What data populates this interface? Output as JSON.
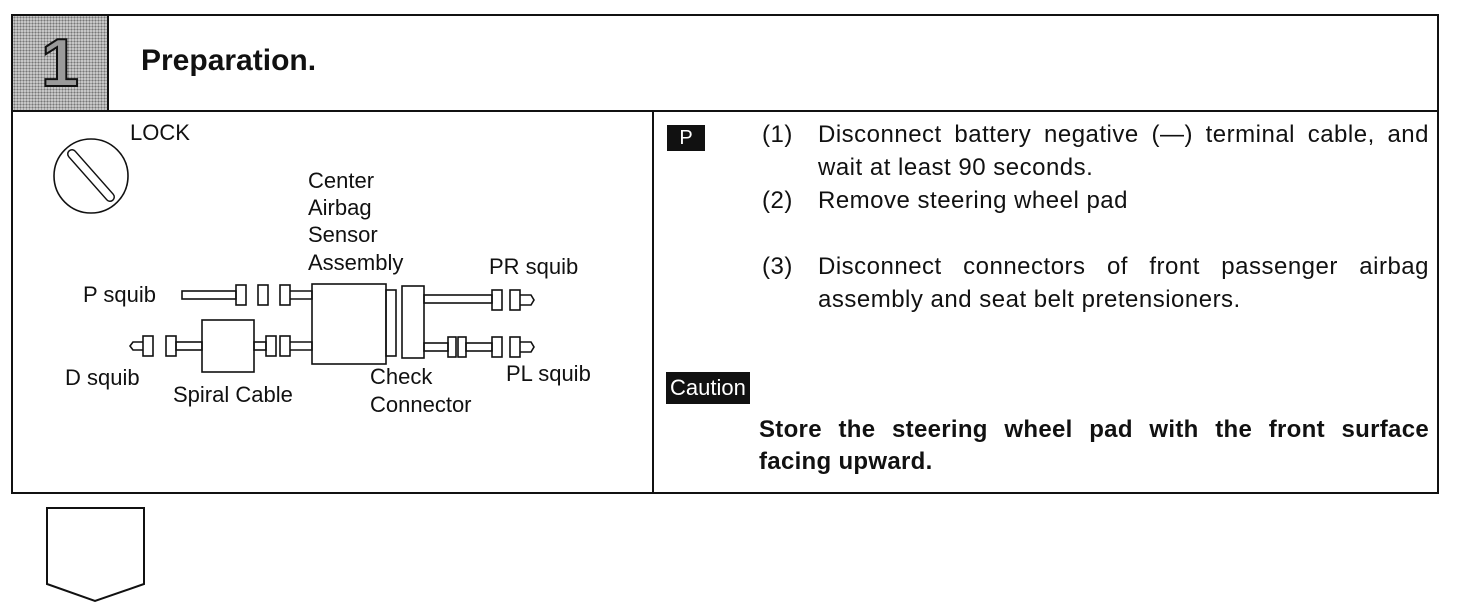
{
  "step": {
    "number": "1",
    "title": "Preparation."
  },
  "diagram": {
    "labels": {
      "lock": "LOCK",
      "center_airbag_sensor": [
        "Center",
        "Airbag",
        "Sensor",
        "Assembly"
      ],
      "pr_squib": "PR squib",
      "p_squib": "P squib",
      "d_squib": "D squib",
      "spiral_cable": "Spiral Cable",
      "check_connector": [
        "Check",
        "Connector"
      ],
      "pl_squib": "PL squib"
    }
  },
  "instructions": {
    "badge": "P",
    "steps": [
      {
        "num": "(1)",
        "text": "Disconnect battery negative (—) terminal cable, and wait at least 90 seconds."
      },
      {
        "num": "(2)",
        "text": "Remove steering wheel pad"
      },
      {
        "num": "(3)",
        "text": "Disconnect connectors of front passenger airbag assembly and seat belt pretensioners."
      }
    ]
  },
  "caution": {
    "badge": "Caution",
    "text": "Store the steering wheel pad with the front surface facing upward."
  }
}
